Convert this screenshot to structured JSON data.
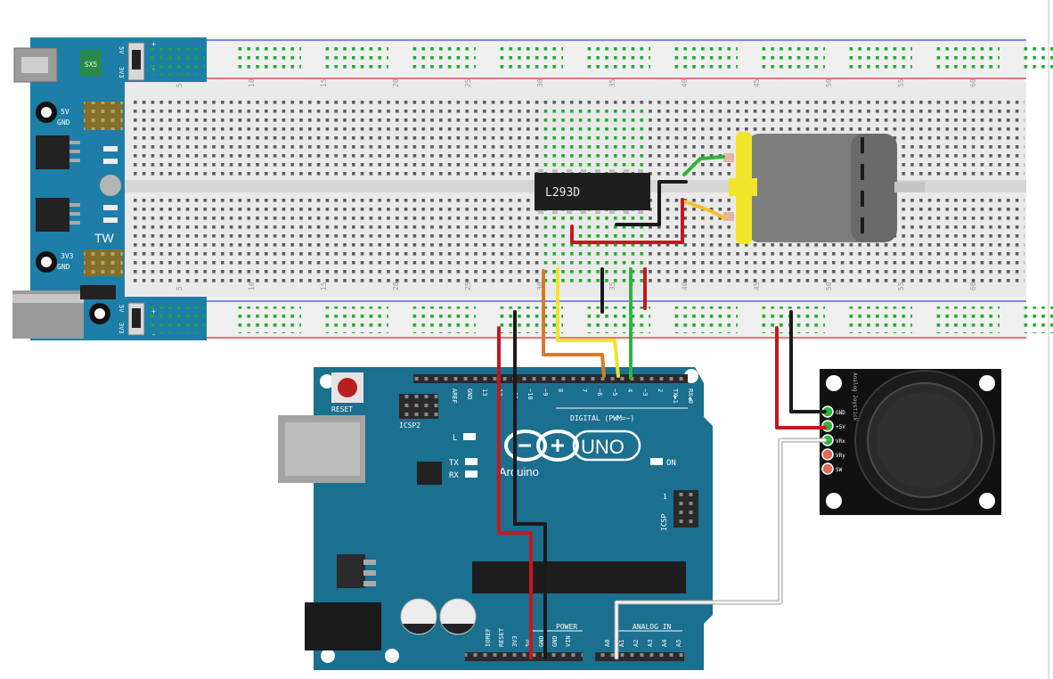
{
  "power_module": {
    "labels_top": [
      "5V",
      "3V3"
    ],
    "chip_label": "SX5",
    "rail_5v": "5V",
    "rail_gnd": "GND",
    "rail_3v3": "3V3",
    "rail_gnd2": "GND",
    "brand": "TW",
    "labels_bottom": [
      "5V",
      "3V3"
    ]
  },
  "breadboard": {
    "column_numbers": [
      "5",
      "10",
      "15",
      "20",
      "25",
      "30",
      "35",
      "40",
      "45",
      "50",
      "55",
      "60"
    ],
    "rail_signs_top": [
      "+",
      "-"
    ],
    "rail_signs_bottom": [
      "+",
      "-"
    ]
  },
  "driver_ic": {
    "label": "L293D"
  },
  "arduino": {
    "reset_label": "RESET",
    "icsp2_label": "ICSP2",
    "digital_pins": [
      "AREF",
      "GND",
      "13",
      "12",
      "~11",
      "~10",
      "~9",
      "8",
      "7",
      "~6",
      "~5",
      "4",
      "~3",
      "2",
      "TX▶1",
      "RX◀0"
    ],
    "digital_label": "DIGITAL (PWM=~)",
    "led_l": "L",
    "led_tx": "TX",
    "led_rx": "RX",
    "led_on": "ON",
    "model_label": "UNO",
    "brand_label": "Arduino",
    "icsp_label": "ICSP",
    "icsp_pin1": "1",
    "power_label": "POWER",
    "power_pins": [
      "IOREF",
      "RESET",
      "3V3",
      "5V",
      "GND",
      "GND",
      "VIN"
    ],
    "analog_label": "ANALOG IN",
    "analog_pins": [
      "A0",
      "A1",
      "A2",
      "A3",
      "A4",
      "A5"
    ]
  },
  "joystick": {
    "title": "Analog Joystick",
    "pins": [
      "GND",
      "+5V",
      "VRx",
      "VRy",
      "SW"
    ]
  },
  "colors": {
    "module_blue": "#1d7ea8",
    "board_teal": "#1b6f8f",
    "wire_red": "#c8161d",
    "wire_black": "#1a1a1a",
    "wire_green": "#2fb43c",
    "wire_yellow": "#f2e22a",
    "wire_orange": "#d9782a",
    "wire_white": "#f2f2f2",
    "motor_yellow": "#f0e52a",
    "motor_grey": "#7e7e7e"
  }
}
